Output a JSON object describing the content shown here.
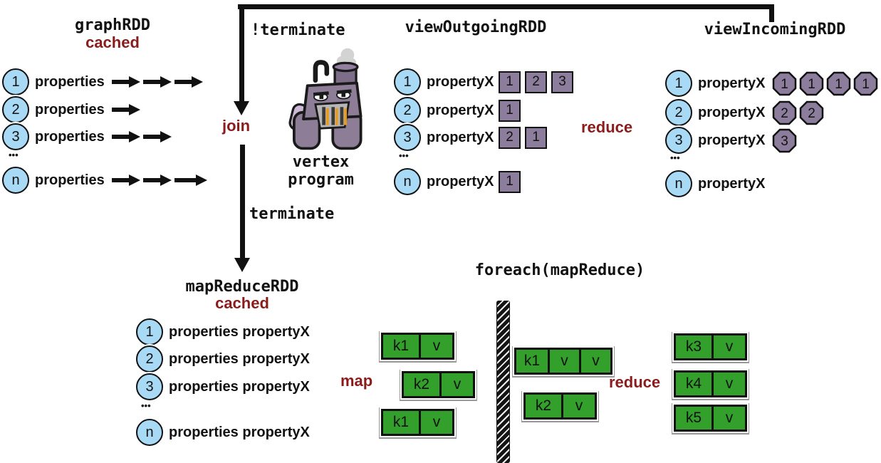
{
  "colors": {
    "accent_red": "#8b1c1c",
    "node_blue": "#a8d9f5",
    "shape_purple": "#8b7d9b",
    "kv_green": "#33a02c",
    "line_black": "#111111"
  },
  "titles": {
    "graph_rdd": "graphRDD",
    "graph_rdd_cached": "cached",
    "not_terminate": "!terminate",
    "view_outgoing": "viewOutgoingRDD",
    "view_incoming": "viewIncomingRDD",
    "vertex_line1": "vertex",
    "vertex_line2": "program",
    "join": "join",
    "terminate": "terminate",
    "reduce_top": "reduce",
    "map_reduce_rdd": "mapReduceRDD",
    "map_reduce_cached": "cached",
    "foreach": "foreach(mapReduce)",
    "map": "map",
    "reduce_bottom": "reduce",
    "ellipsis": "•••"
  },
  "graph_rdd": {
    "rows": [
      {
        "node": "1",
        "label": "properties",
        "arrow_count": 3
      },
      {
        "node": "2",
        "label": "properties",
        "arrow_count": 1
      },
      {
        "node": "3",
        "label": "properties",
        "arrow_count": 2
      },
      {
        "node": "n",
        "label": "properties",
        "arrow_count": 3
      }
    ]
  },
  "view_outgoing": {
    "property_label": "propertyX",
    "rows": [
      {
        "node": "1",
        "cells": [
          "1",
          "2",
          "3"
        ]
      },
      {
        "node": "2",
        "cells": [
          "1"
        ]
      },
      {
        "node": "3",
        "cells": [
          "2",
          "1"
        ]
      },
      {
        "node": "n",
        "cells": [
          "1"
        ]
      }
    ]
  },
  "view_incoming": {
    "property_label": "propertyX",
    "rows": [
      {
        "node": "1",
        "cells": [
          "1",
          "1",
          "1",
          "1"
        ]
      },
      {
        "node": "2",
        "cells": [
          "2",
          "2"
        ]
      },
      {
        "node": "3",
        "cells": [
          "3"
        ]
      },
      {
        "node": "n",
        "cells": []
      }
    ]
  },
  "map_reduce_rdd": {
    "row_label": "properties propertyX",
    "rows": [
      {
        "node": "1"
      },
      {
        "node": "2"
      },
      {
        "node": "3"
      },
      {
        "node": "n"
      }
    ]
  },
  "map_stage": {
    "boxes": [
      {
        "cells": [
          "k1",
          "v"
        ]
      },
      {
        "cells": [
          "k2",
          "v"
        ]
      },
      {
        "cells": [
          "k1",
          "v"
        ]
      }
    ]
  },
  "reduce_stage": {
    "input_boxes": [
      {
        "cells": [
          "k1",
          "v",
          "v"
        ]
      },
      {
        "cells": [
          "k2",
          "v"
        ]
      }
    ],
    "output_boxes": [
      {
        "cells": [
          "k3",
          "v"
        ]
      },
      {
        "cells": [
          "k4",
          "v"
        ]
      },
      {
        "cells": [
          "k5",
          "v"
        ]
      }
    ]
  }
}
